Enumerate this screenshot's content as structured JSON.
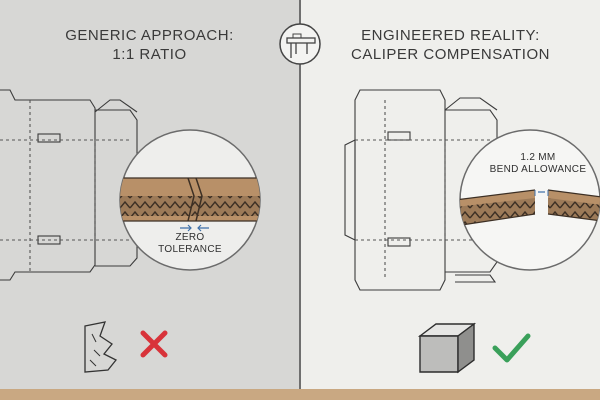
{
  "left_panel": {
    "title_line1": "GENERIC APPROACH:",
    "title_line2": "1:1 RATIO",
    "callout_line1": "ZERO",
    "callout_line2": "TOLERANCE",
    "verdict_icon": "red-x-icon"
  },
  "right_panel": {
    "title_line1": "ENGINEERED REALITY:",
    "title_line2": "CALIPER COMPENSATION",
    "callout_line1": "1.2 MM",
    "callout_line2": "BEND ALLOWANCE",
    "verdict_icon": "green-check-icon"
  },
  "center_icon": "caliper-icon",
  "colors": {
    "left_bg": "#d7d7d5",
    "right_bg": "#efefec",
    "border": "#c9a882",
    "cardboard": "#b89068",
    "x_red": "#d8333a",
    "check_green": "#3aa05a",
    "dim_blue": "#3d6fa8"
  }
}
